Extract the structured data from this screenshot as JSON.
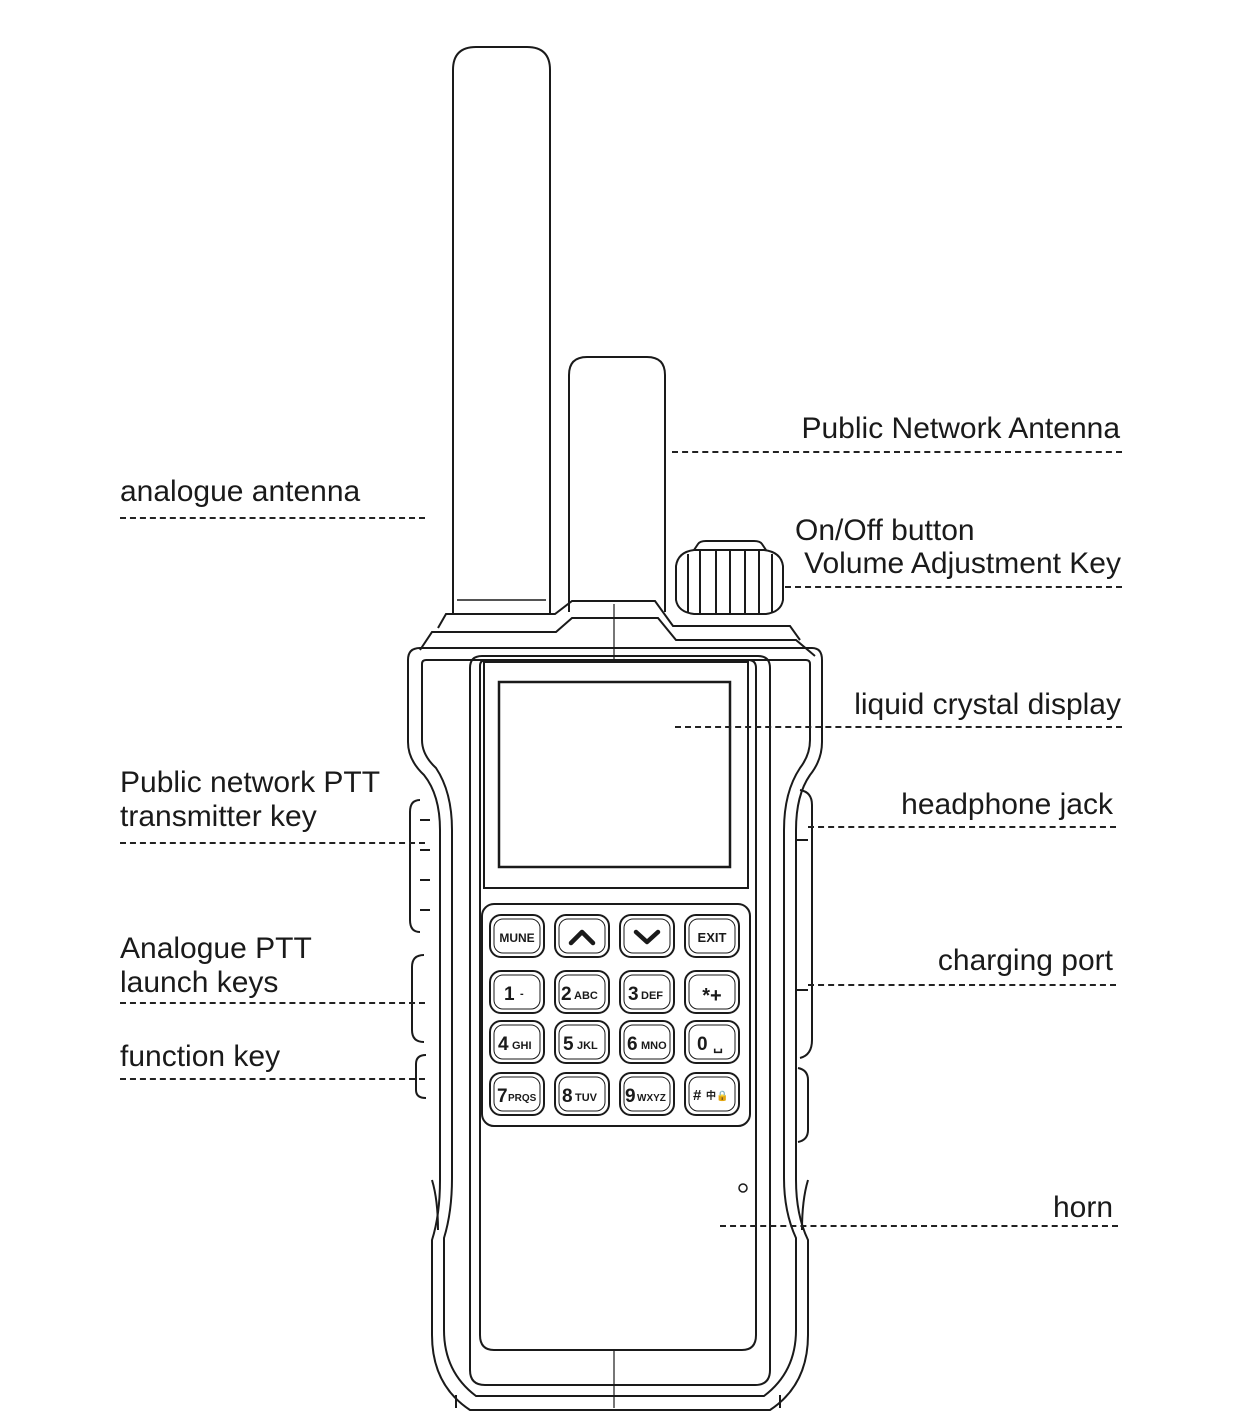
{
  "labels": {
    "analogue_antenna": "analogue antenna",
    "public_network_antenna": "Public Network Antenna",
    "onoff_line1": "On/Off button",
    "onoff_line2": "Volume Adjustment Key",
    "lcd": "liquid crystal display",
    "public_ptt_line1": "Public network PTT",
    "public_ptt_line2": "transmitter key",
    "headphone": "headphone jack",
    "analogue_ptt_line1": "Analogue PTT",
    "analogue_ptt_line2": "launch keys",
    "charging": "charging port",
    "function": "function key",
    "horn": "horn"
  },
  "keypad": {
    "k_mune": "MUNE",
    "k_exit": "EXIT",
    "k1": "1",
    "k1s": "-",
    "k2": "2",
    "k2s": "ABC",
    "k3": "3",
    "k3s": "DEF",
    "kstar": "*+",
    "k4": "4",
    "k4s": "GHI",
    "k5": "5",
    "k5s": "JKL",
    "k6": "6",
    "k6s": "MNO",
    "k0": "0",
    "k0s": "␣",
    "k7": "7",
    "k7s": "PRQS",
    "k8": "8",
    "k8s": "TUV",
    "k9": "9",
    "k9s": "WXYZ",
    "khash": "#",
    "khashs": "中🔒"
  }
}
